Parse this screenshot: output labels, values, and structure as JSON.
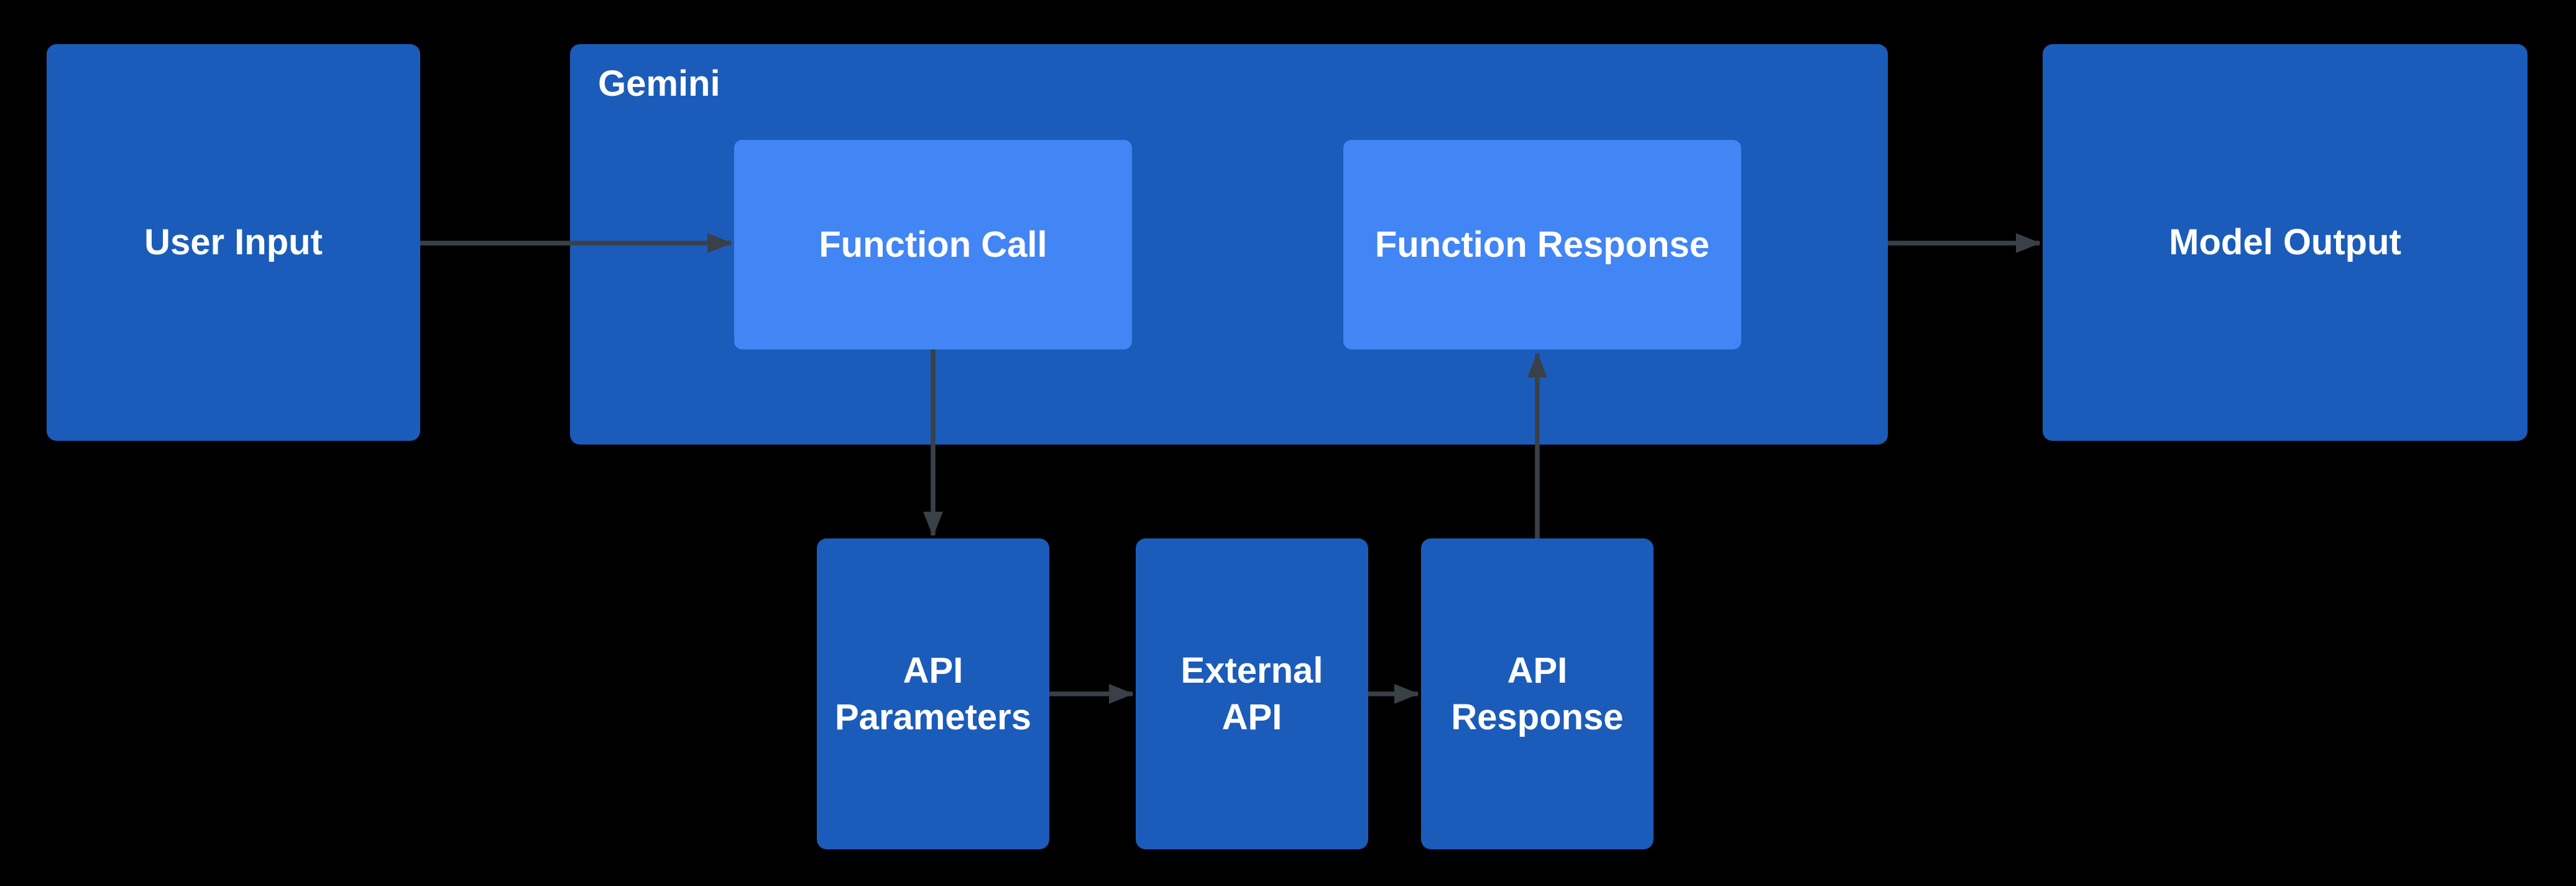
{
  "diagram": {
    "nodes": {
      "user_input": {
        "label": "User Input"
      },
      "gemini": {
        "label": "Gemini"
      },
      "function_call": {
        "label": "Function Call"
      },
      "function_response": {
        "label": "Function Response"
      },
      "model_output": {
        "label": "Model Output"
      },
      "api_parameters": {
        "label": "API\nParameters"
      },
      "external_api": {
        "label": "External\nAPI"
      },
      "api_response": {
        "label": "API\nResponse"
      }
    },
    "edges": [
      {
        "from": "user_input",
        "to": "function_call"
      },
      {
        "from": "function_call",
        "to": "api_parameters"
      },
      {
        "from": "api_parameters",
        "to": "external_api"
      },
      {
        "from": "external_api",
        "to": "api_response"
      },
      {
        "from": "api_response",
        "to": "function_response"
      },
      {
        "from": "gemini",
        "to": "model_output"
      }
    ],
    "colors": {
      "background": "#000000",
      "container_blue": "#1b5cba",
      "node_blue": "#4285f4",
      "arrow_gray": "#3a4047",
      "text": "#ffffff"
    }
  }
}
